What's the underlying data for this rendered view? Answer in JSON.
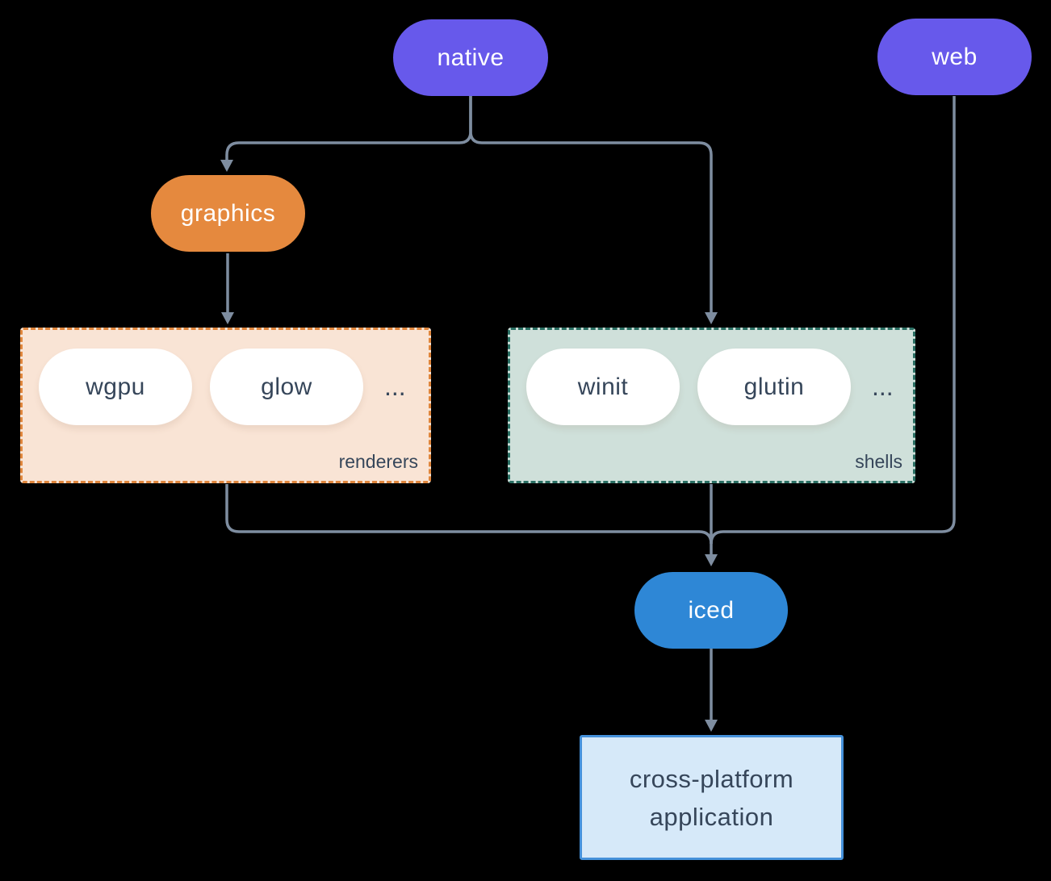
{
  "diagram": {
    "nodes": {
      "native": {
        "label": "native",
        "color": "#6759eb"
      },
      "web": {
        "label": "web",
        "color": "#6759eb"
      },
      "graphics": {
        "label": "graphics",
        "color": "#e5893e"
      },
      "iced": {
        "label": "iced",
        "color": "#2e87d6"
      }
    },
    "groups": {
      "renderers": {
        "label": "renderers",
        "items": [
          "wgpu",
          "glow"
        ],
        "ellipsis": "...",
        "fill": "#f9e4d5",
        "border": "#e0863c"
      },
      "shells": {
        "label": "shells",
        "items": [
          "winit",
          "glutin"
        ],
        "ellipsis": "...",
        "fill": "#cfe0da",
        "border": "#2a6f63"
      }
    },
    "application": {
      "lines": [
        "cross-platform",
        "application"
      ],
      "fill": "#d6e9f9",
      "border": "#4591da"
    },
    "colors": {
      "connector": "#7e8da0",
      "node_text": "#ffffff",
      "dark_text": "#36465a",
      "background": "#000000"
    }
  }
}
